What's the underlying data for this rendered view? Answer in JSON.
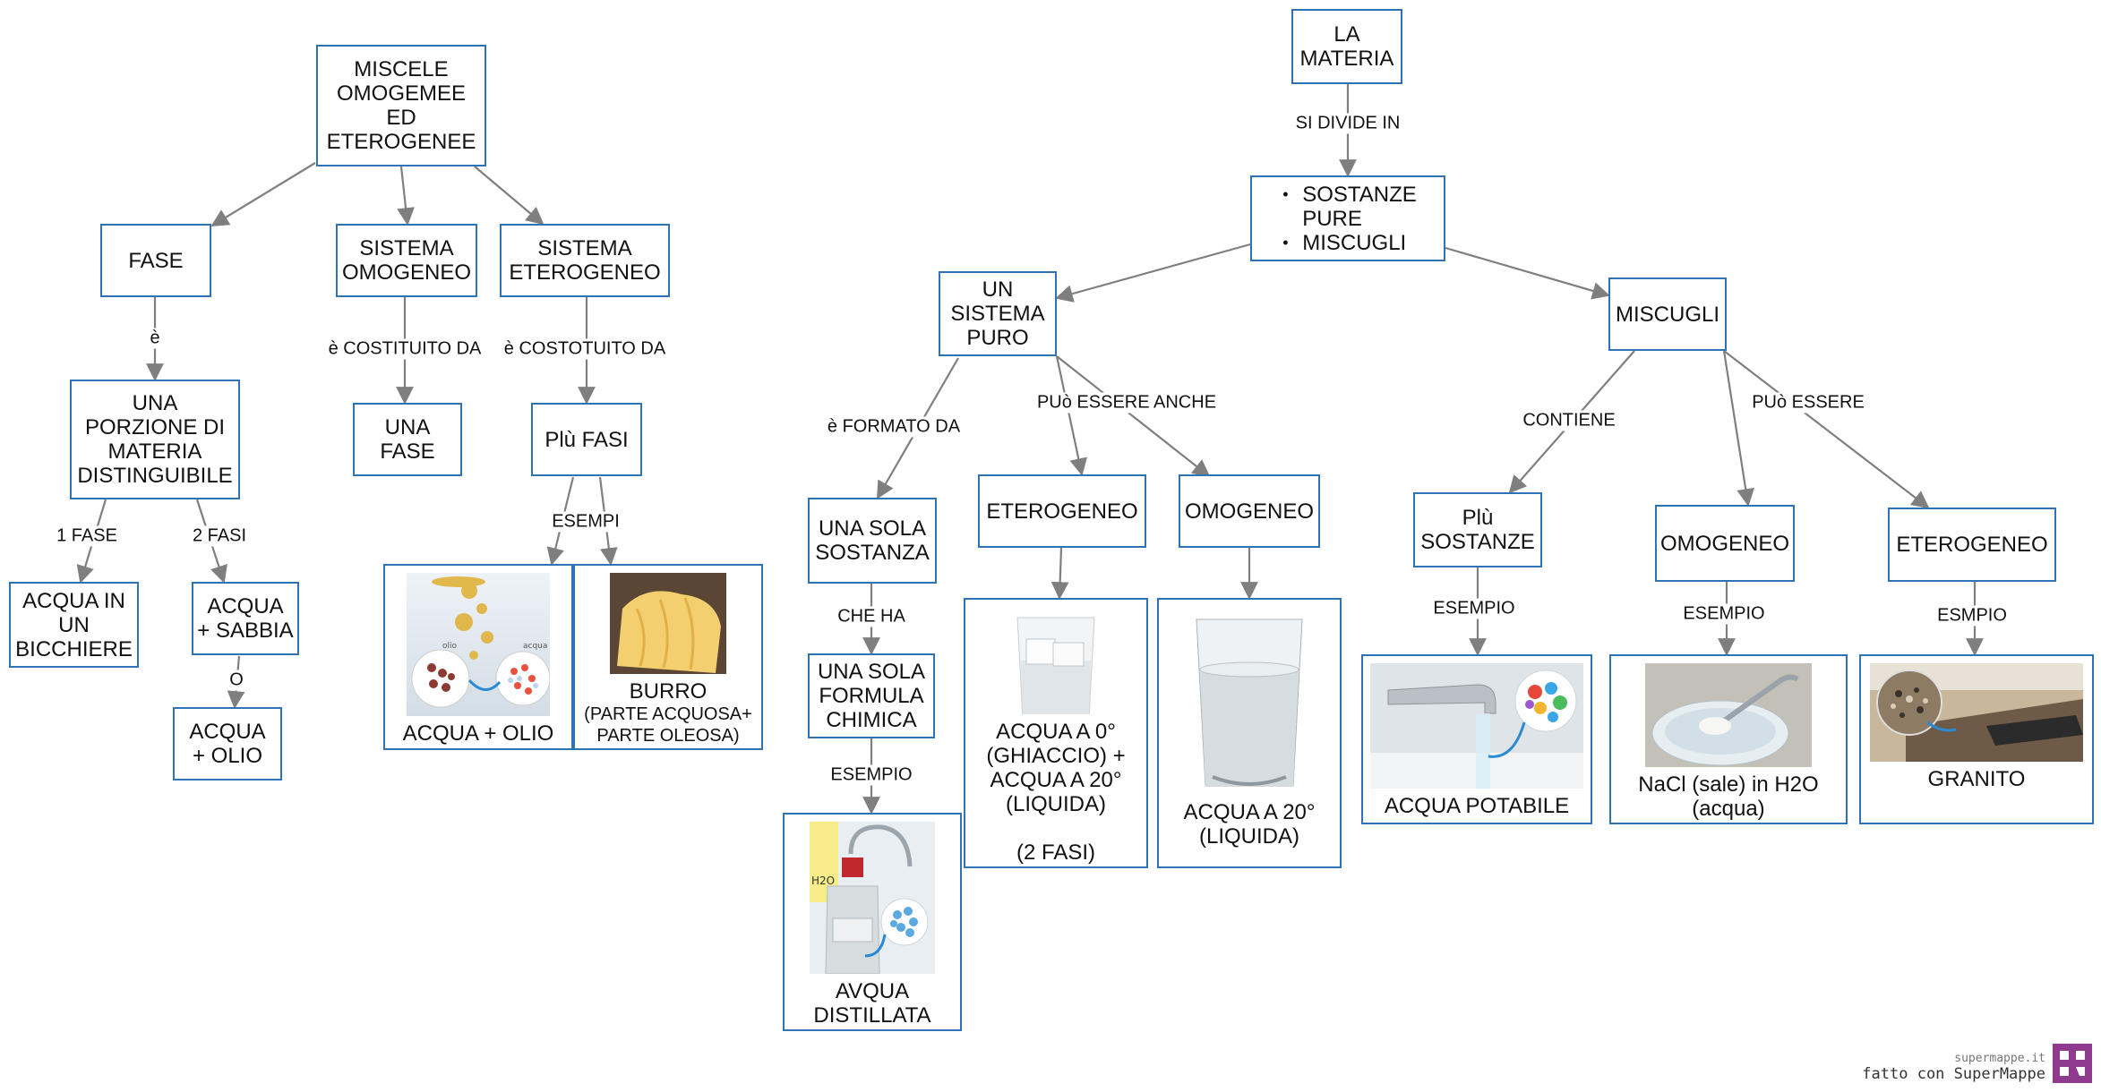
{
  "colors": {
    "border": "#2e74b5",
    "arrow": "#7f7f7f",
    "logo": "#8e3a8e"
  },
  "nodes": {
    "miscele": [
      "MISCELE",
      "OMOGEMEE",
      "ED",
      "ETEROGENEE"
    ],
    "fase": [
      "FASE"
    ],
    "sistema_omogeneo": [
      "SISTEMA",
      "OMOGENEO"
    ],
    "sistema_eterogeneo": [
      "SISTEMA",
      "ETEROGENEO"
    ],
    "porzione": [
      "UNA",
      "PORZIONE DI",
      "MATERIA",
      "DISTINGUIBILE"
    ],
    "una_fase": [
      "UNA",
      "FASE"
    ],
    "piu_fasi": [
      "Plù FASI"
    ],
    "acqua_bicchiere": [
      "ACQUA IN",
      "UN",
      "BICCHIERE"
    ],
    "acqua_sabbia": [
      "ACQUA",
      "+ SABBIA"
    ],
    "acqua_olio_left": [
      "ACQUA",
      "+ OLIO"
    ],
    "la_materia": [
      "LA",
      "MATERIA"
    ],
    "sostanze_miscugli": [
      "SOSTANZE",
      "PURE",
      "MISCUGLI"
    ],
    "sistema_puro": [
      "UN",
      "SISTEMA",
      "PURO"
    ],
    "miscugli": [
      "MISCUGLI"
    ],
    "eterogeneo_mid": [
      "ETEROGENEO"
    ],
    "omogeneo_mid": [
      "OMOGENEO"
    ],
    "piu_sostanze": [
      "Plù",
      "SOSTANZE"
    ],
    "omogeneo_right": [
      "OMOGENEO"
    ],
    "eterogeneo_right": [
      "ETEROGENEO"
    ],
    "una_sola_sostanza": [
      "UNA SOLA",
      "SOSTANZA"
    ],
    "formula_chimica": [
      "UNA SOLA",
      "FORMULA",
      "CHIMICA"
    ]
  },
  "image_nodes": {
    "acqua_olio": {
      "caption": [
        "ACQUA + OLIO"
      ],
      "labels": [
        "olio",
        "acqua"
      ]
    },
    "burro": {
      "caption": [
        "BURRO"
      ],
      "sub": [
        "(PARTE ACQUOSA+",
        "PARTE OLEOSA)"
      ]
    },
    "avqua_distillata": {
      "caption": [
        "AVQUA",
        "DISTILLATA"
      ],
      "labels": [
        "H2O"
      ]
    },
    "ghiaccio": {
      "caption": [
        "ACQUA A 0°",
        "(GHIACCIO) +",
        "ACQUA A 20°",
        "(LIQUIDA)",
        "",
        "(2 FASI)"
      ]
    },
    "acqua_liquida": {
      "caption": [
        "ACQUA A 20°",
        "(LIQUIDA)"
      ]
    },
    "acqua_potabile": {
      "caption": [
        "ACQUA POTABILE"
      ]
    },
    "nacl": {
      "caption": [
        "NaCl (sale) in H2O",
        "(acqua)"
      ]
    },
    "granito": {
      "caption": [
        "GRANITO"
      ]
    }
  },
  "edge_labels": {
    "e": "è",
    "costituito": "è COSTITUITO DA",
    "costotuito": "è COSTOTUITO DA",
    "esempi": "ESEMPI",
    "una_fase": "1 FASE",
    "due_fasi": "2 FASI",
    "o": "O",
    "si_divide": "SI DIVIDE IN",
    "formato": "è FORMATO DA",
    "puo_anche": "PUò ESSERE ANCHE",
    "contiene": "CONTIENE",
    "puo_essere": "PUò ESSERE",
    "che_ha": "CHE HA",
    "esempio_formula": "ESEMPIO",
    "esempio_sostanze": "ESEMPIO",
    "esempio_omogeneo": "ESEMPIO",
    "esmpio_eterogeneo": "ESMPIO"
  },
  "logo": {
    "url": "supermappe.it",
    "made": "fatto con SuperMappe"
  }
}
